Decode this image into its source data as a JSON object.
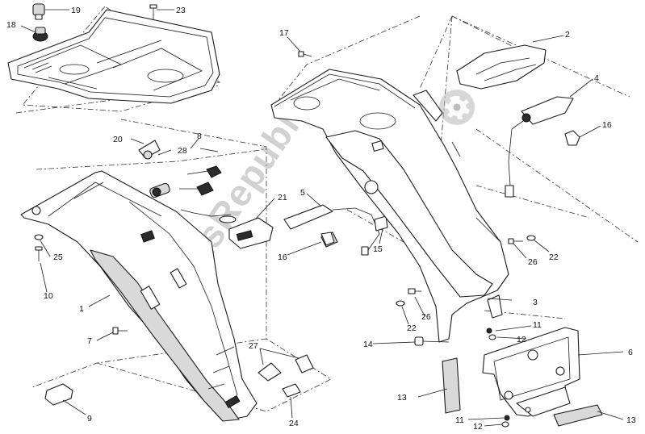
{
  "watermark": "PartsRepublik",
  "callouts": [
    {
      "id": "c19",
      "label": "19"
    },
    {
      "id": "c23",
      "label": "23"
    },
    {
      "id": "c18",
      "label": "18"
    },
    {
      "id": "c17",
      "label": "17"
    },
    {
      "id": "c2",
      "label": "2"
    },
    {
      "id": "c4",
      "label": "4"
    },
    {
      "id": "c16a",
      "label": "16"
    },
    {
      "id": "c8",
      "label": "8"
    },
    {
      "id": "c20",
      "label": "20"
    },
    {
      "id": "c28",
      "label": "28"
    },
    {
      "id": "c21",
      "label": "21"
    },
    {
      "id": "c5",
      "label": "5"
    },
    {
      "id": "c15",
      "label": "15"
    },
    {
      "id": "c16b",
      "label": "16"
    },
    {
      "id": "c25",
      "label": "25"
    },
    {
      "id": "c10",
      "label": "10"
    },
    {
      "id": "c1",
      "label": "1"
    },
    {
      "id": "c26a",
      "label": "26"
    },
    {
      "id": "c22a",
      "label": "22"
    },
    {
      "id": "c3",
      "label": "3"
    },
    {
      "id": "c26b",
      "label": "26"
    },
    {
      "id": "c22b",
      "label": "22"
    },
    {
      "id": "c7",
      "label": "7"
    },
    {
      "id": "c11a",
      "label": "11"
    },
    {
      "id": "c12a",
      "label": "12"
    },
    {
      "id": "c14",
      "label": "14"
    },
    {
      "id": "c6",
      "label": "6"
    },
    {
      "id": "c27",
      "label": "27"
    },
    {
      "id": "c9",
      "label": "9"
    },
    {
      "id": "c24",
      "label": "24"
    },
    {
      "id": "c13a",
      "label": "13"
    },
    {
      "id": "c11b",
      "label": "11"
    },
    {
      "id": "c12b",
      "label": "12"
    },
    {
      "id": "c13b",
      "label": "13"
    }
  ],
  "icons": {
    "gear": "gear-icon"
  }
}
